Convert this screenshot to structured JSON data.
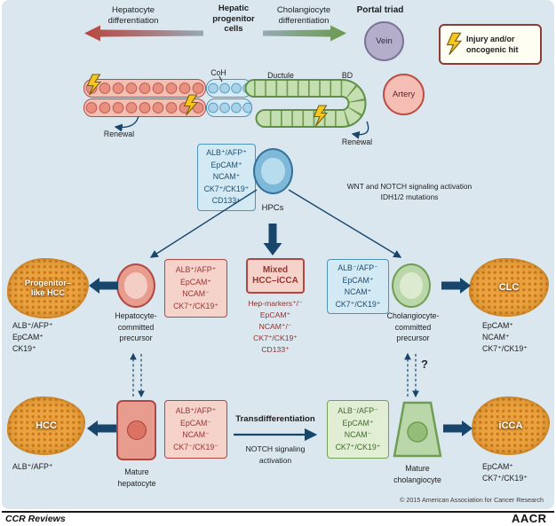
{
  "palette": {
    "background": "#dbe7ef",
    "red_line": "#b14743",
    "blue_line": "#4f93b8",
    "green_line": "#6f9d53",
    "navy_arrow": "#17456b",
    "tumor_orange": "#eca33f",
    "bolt_yellow": "#f6c81d"
  },
  "top": {
    "hep_diff": [
      "Hepatocyte",
      "differentiation"
    ],
    "hpc_cells": [
      "Hepatic",
      "progenitor",
      "cells"
    ],
    "chol_diff": [
      "Cholangiocyte",
      "differentiation"
    ],
    "portal_triad": "Portal triad",
    "vein": "Vein",
    "artery": "Artery",
    "injury": [
      "Injury and/or",
      "oncogenic hit"
    ],
    "coh": "CoH",
    "ductule": "Ductule",
    "bd": "BD",
    "renewal_left": "Renewal",
    "renewal_right": "Renewal"
  },
  "hpc": {
    "markers": [
      "ALB⁺/AFP⁺",
      "EpCAM⁺",
      "NCAM⁺",
      "CK7⁺/CK19⁺",
      "CD133+"
    ],
    "label": "HPCs",
    "signaling": [
      "WNT and NOTCH signaling activation",
      "IDH1/2 mutations"
    ]
  },
  "precursor_row": {
    "prog_hcc": {
      "name": [
        "Progenitor–",
        "like HCC"
      ],
      "markers": [
        "ALB⁺/AFP⁺",
        "EpCAM⁺",
        "CK19⁺"
      ]
    },
    "hep_precursor": {
      "label": [
        "Hepatocyte-",
        "committed",
        "precursor"
      ],
      "markers": [
        "ALB⁺/AFP⁺",
        "EpCAM⁺",
        "NCAM⁻",
        "CK7⁺/CK19⁺"
      ]
    },
    "mixed": {
      "name": [
        "Mixed",
        "HCC–iCCA"
      ],
      "markers": [
        "Hep-markers⁺/⁻",
        "EpCAM⁺",
        "NCAM⁺/⁻",
        "CK7⁺/CK19⁺",
        "CD133⁺"
      ]
    },
    "chol_precursor": {
      "label": [
        "Cholangiocyte-",
        "committed",
        "precursor"
      ],
      "markers": [
        "ALB⁻/AFP⁻",
        "EpCAM⁺",
        "NCAM⁺",
        "CK7⁺/CK19⁺"
      ]
    },
    "clc": {
      "name": "CLC",
      "markers": [
        "EpCAM⁺",
        "NCAM⁺",
        "CK7⁺/CK19⁺"
      ]
    },
    "question": "?"
  },
  "mature_row": {
    "hcc": {
      "name": "HCC",
      "markers": [
        "ALB⁺/AFP⁺"
      ]
    },
    "hepatocyte": {
      "label": [
        "Mature",
        "hepatocyte"
      ],
      "markers": [
        "ALB⁺/AFP⁺",
        "EpCAM⁻",
        "NCAM⁻",
        "CK7⁻/CK19⁻"
      ]
    },
    "transdifferentiation": "Transdifferentiation",
    "notch": [
      "NOTCH signaling",
      "activation"
    ],
    "cholangiocyte": {
      "label": [
        "Mature",
        "cholangiocyte"
      ],
      "markers": [
        "ALB⁻/AFP⁻",
        "EpCAM⁺",
        "NCAM⁻",
        "CK7⁺/CK19⁺"
      ]
    },
    "icca": {
      "name": "iCCA",
      "markers": [
        "EpCAM⁺",
        "CK7⁺/CK19⁺"
      ]
    }
  },
  "footer": {
    "copyright": "© 2015 American Association for Cancer Research",
    "journal": "CCR Reviews",
    "org": "AACR"
  }
}
